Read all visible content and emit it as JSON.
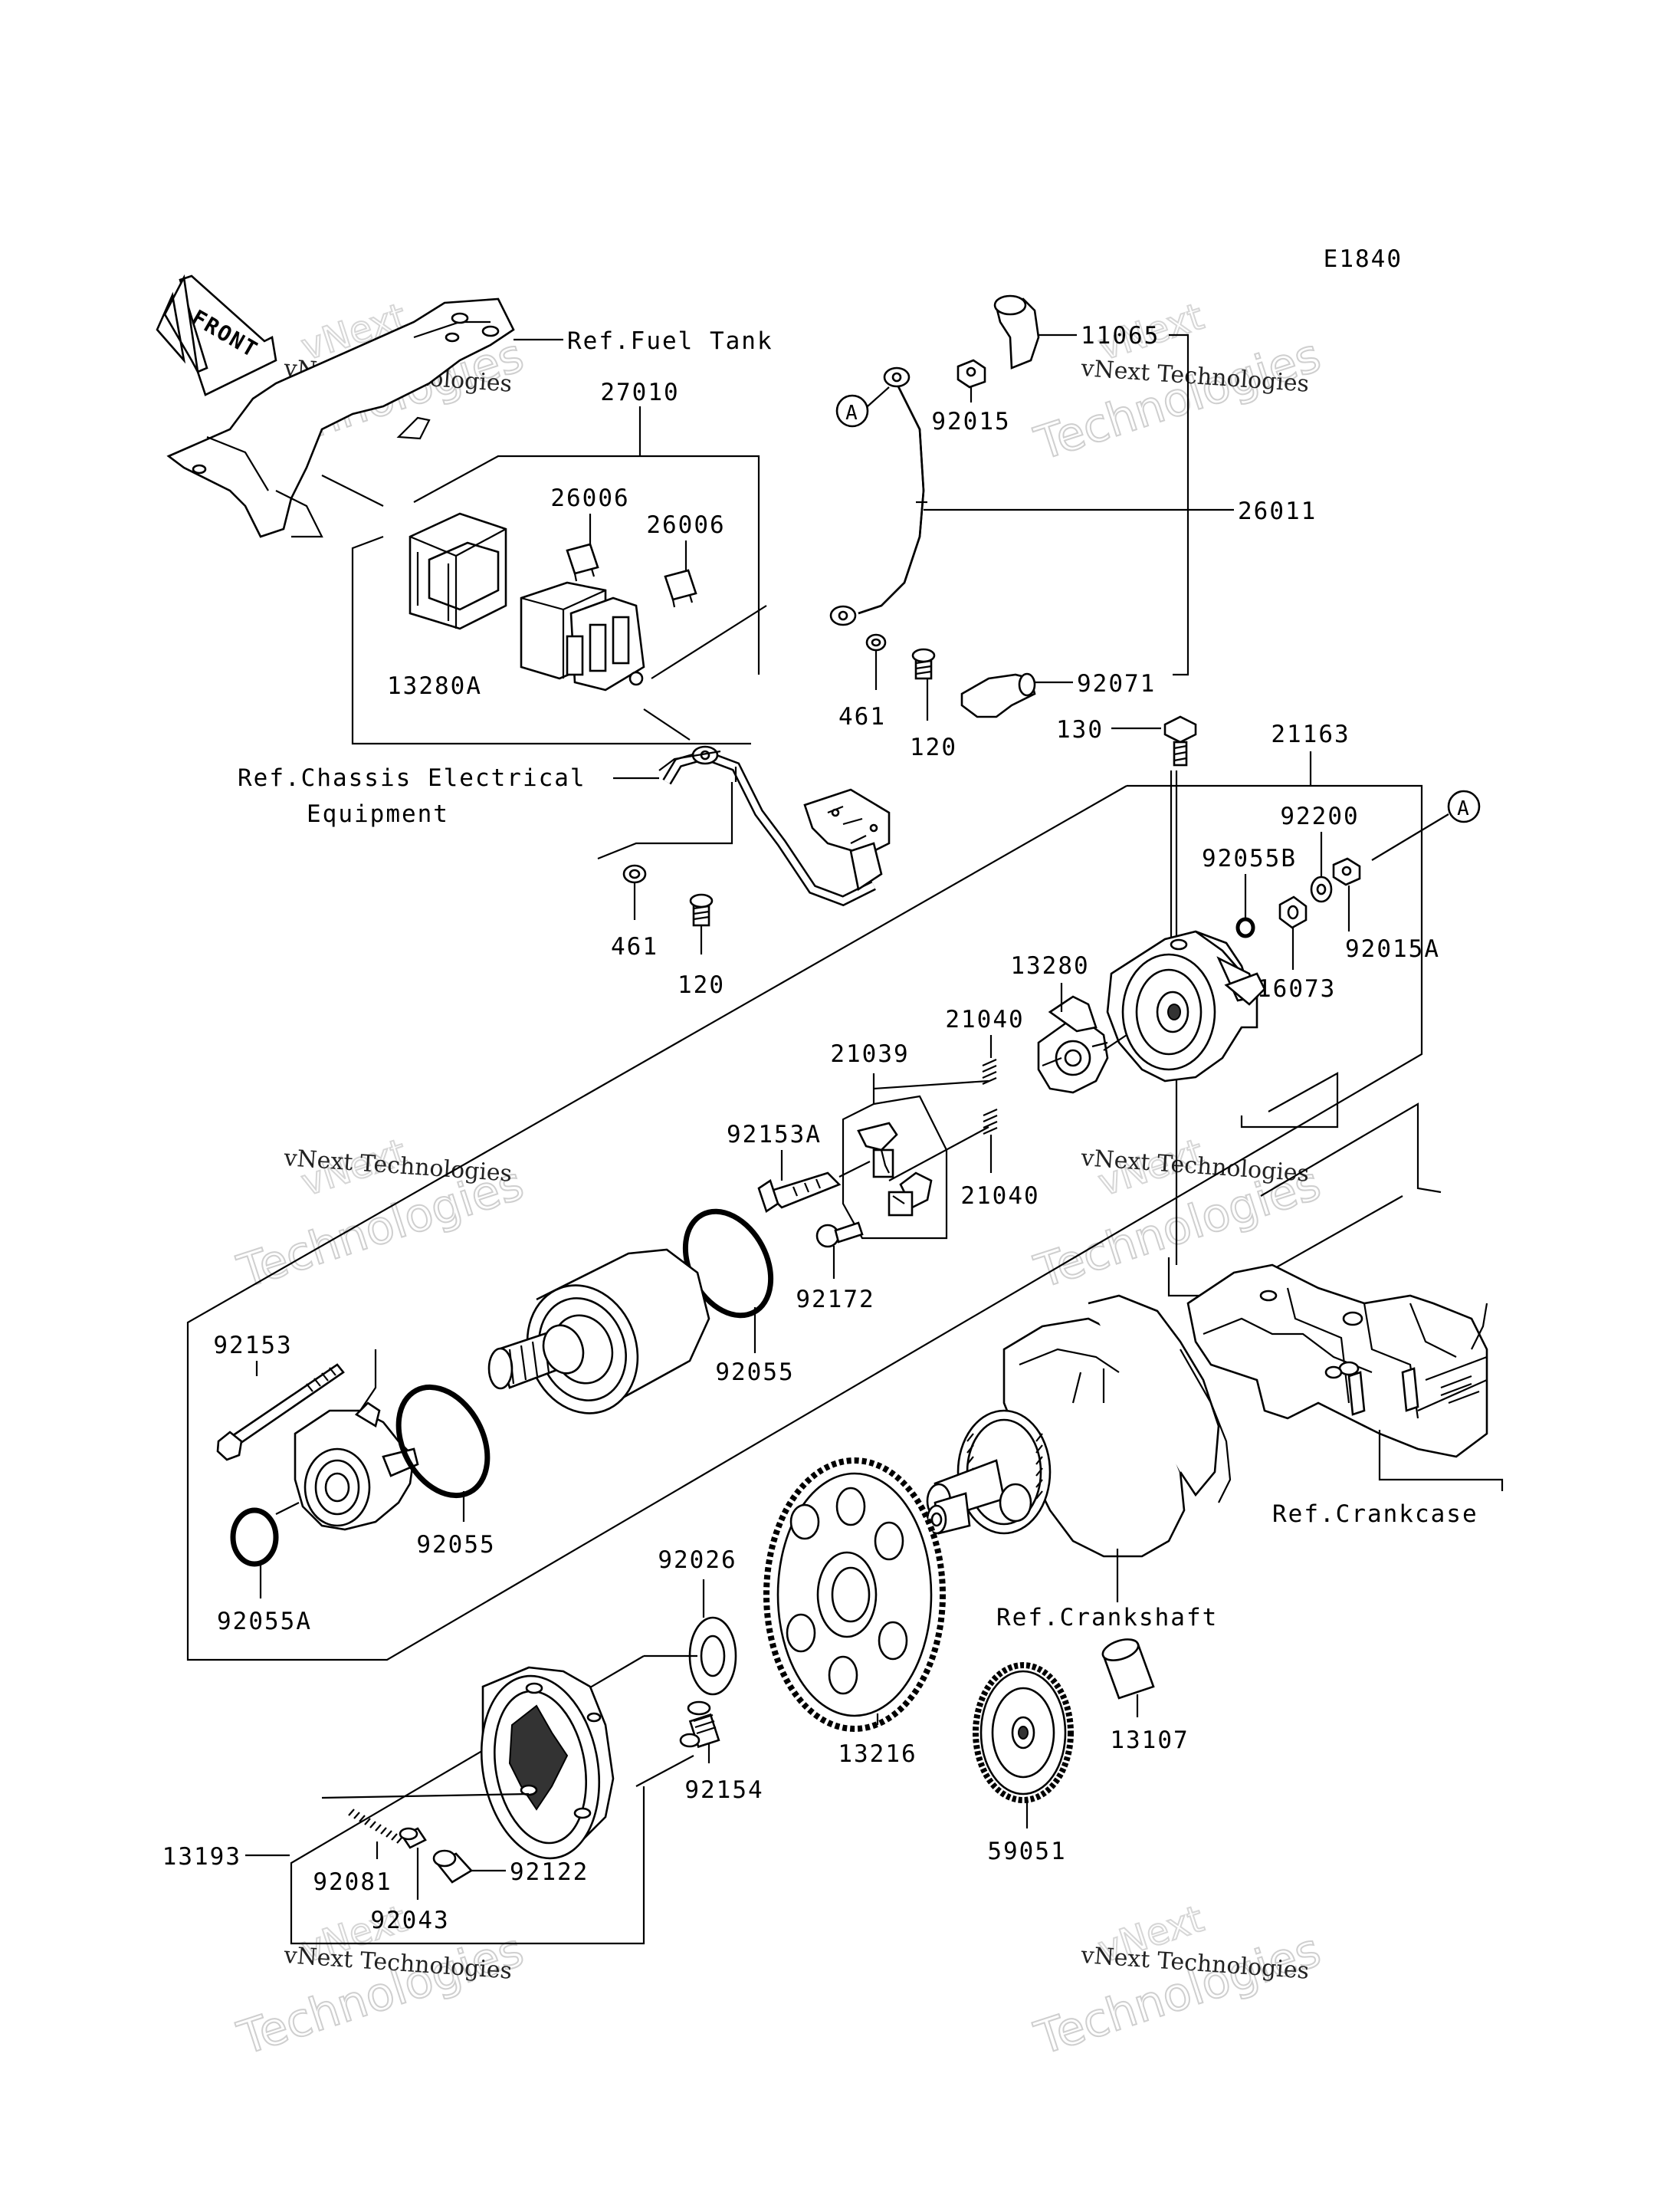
{
  "diagram_code": "E1840",
  "front_label": "FRONT",
  "watermark": {
    "line1": "vNext Technologies",
    "line2": "vNext",
    "line3": "Technologies"
  },
  "callout_A": "A",
  "refs": {
    "fuel_tank": "Ref.Fuel Tank",
    "chassis_line1": "Ref.Chassis Electrical",
    "chassis_line2": "Equipment",
    "crankcase": "Ref.Crankcase",
    "crankshaft": "Ref.Crankshaft"
  },
  "parts": [
    {
      "id": "11065"
    },
    {
      "id": "92015"
    },
    {
      "id": "26011"
    },
    {
      "id": "27010"
    },
    {
      "id": "26006"
    },
    {
      "id": "26006"
    },
    {
      "id": "13280A"
    },
    {
      "id": "461"
    },
    {
      "id": "120"
    },
    {
      "id": "92071"
    },
    {
      "id": "130"
    },
    {
      "id": "21163"
    },
    {
      "id": "461"
    },
    {
      "id": "120"
    },
    {
      "id": "92200"
    },
    {
      "id": "92055B"
    },
    {
      "id": "92015A"
    },
    {
      "id": "16073"
    },
    {
      "id": "13280"
    },
    {
      "id": "21039"
    },
    {
      "id": "21040"
    },
    {
      "id": "92153A"
    },
    {
      "id": "21040"
    },
    {
      "id": "92172"
    },
    {
      "id": "92055"
    },
    {
      "id": "92153"
    },
    {
      "id": "92055"
    },
    {
      "id": "92055A"
    },
    {
      "id": "92026"
    },
    {
      "id": "13216"
    },
    {
      "id": "13107"
    },
    {
      "id": "92154"
    },
    {
      "id": "59051"
    },
    {
      "id": "13193"
    },
    {
      "id": "92081"
    },
    {
      "id": "92122"
    },
    {
      "id": "92043"
    }
  ]
}
